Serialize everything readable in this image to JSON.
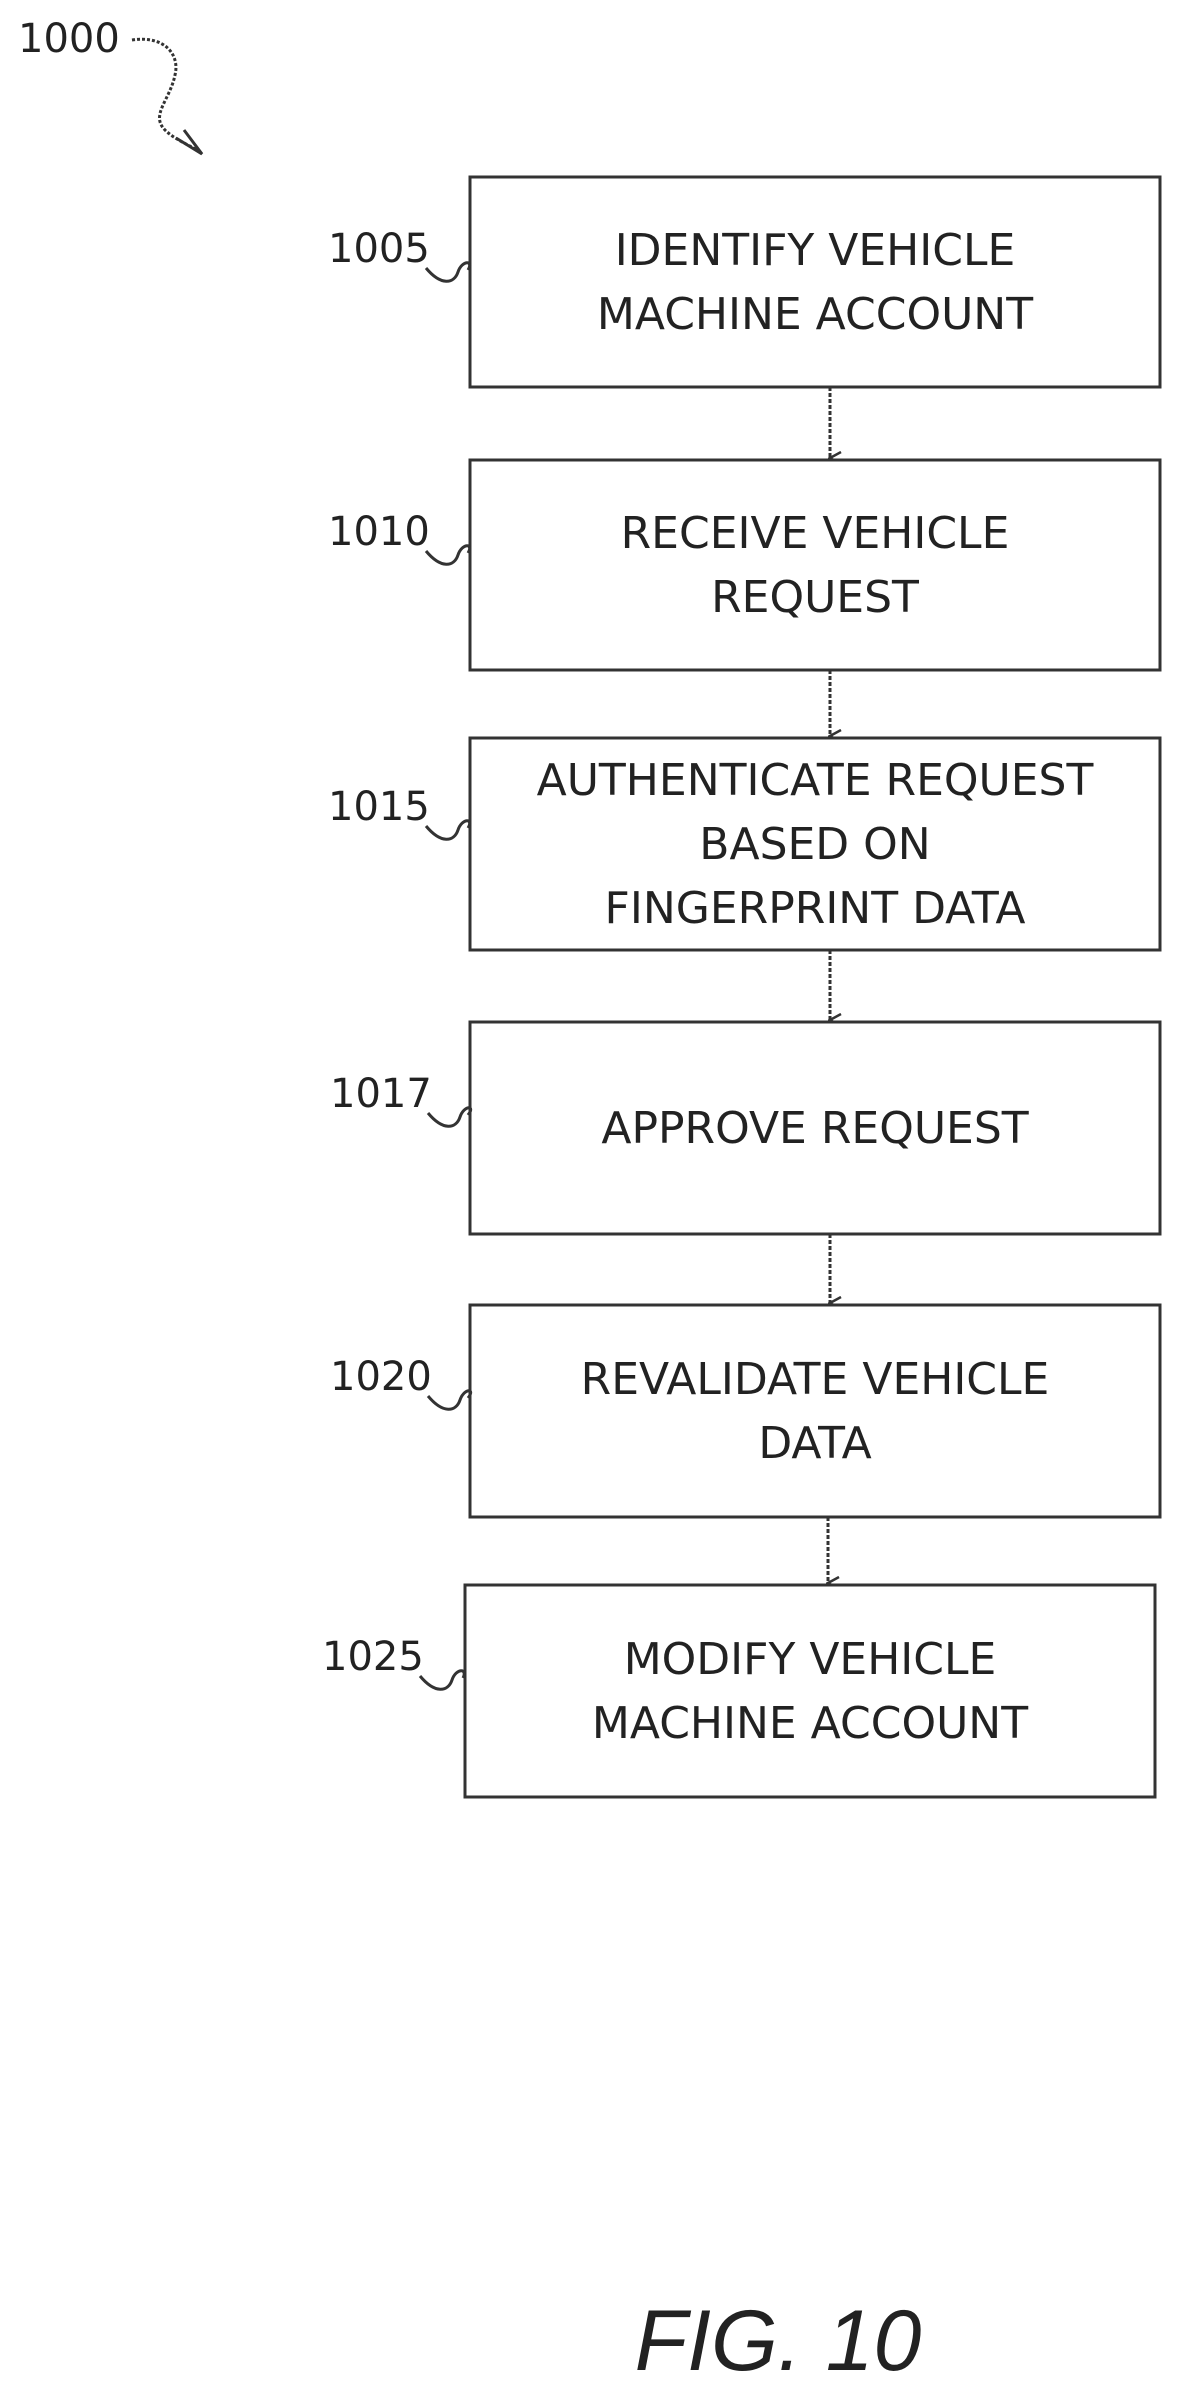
{
  "diagram": {
    "ref": "1000",
    "figure_label": "FIG. 10",
    "steps": [
      {
        "ref": "1005",
        "lines": [
          "IDENTIFY VEHICLE",
          "MACHINE ACCOUNT"
        ]
      },
      {
        "ref": "1010",
        "lines": [
          "RECEIVE VEHICLE",
          "REQUEST"
        ]
      },
      {
        "ref": "1015",
        "lines": [
          "AUTHENTICATE REQUEST",
          "BASED ON",
          "FINGERPRINT DATA"
        ]
      },
      {
        "ref": "1017",
        "lines": [
          "APPROVE REQUEST"
        ]
      },
      {
        "ref": "1020",
        "lines": [
          "REVALIDATE VEHICLE",
          "DATA"
        ]
      },
      {
        "ref": "1025",
        "lines": [
          "MODIFY VEHICLE",
          "MACHINE ACCOUNT"
        ]
      }
    ]
  }
}
